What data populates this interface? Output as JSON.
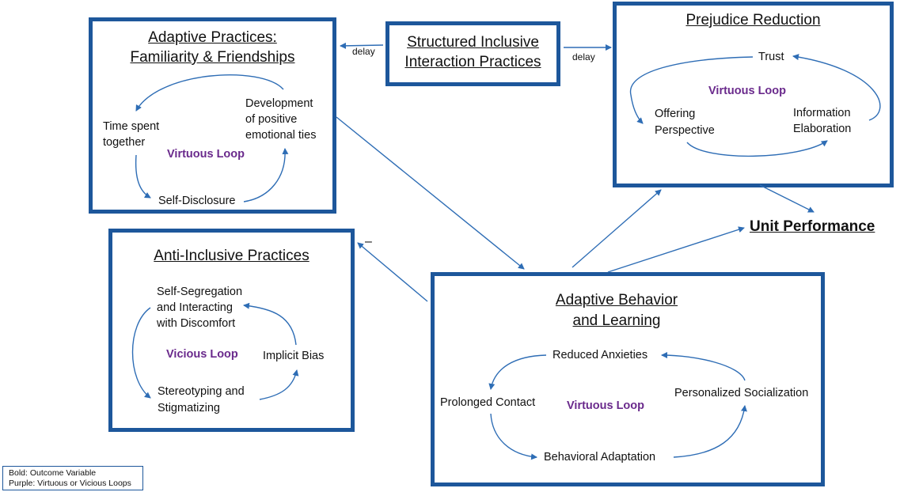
{
  "boxes": {
    "adaptive_practices": {
      "title_line1": "Adaptive Practices:",
      "title_line2": "Familiarity & Friendships",
      "nodes": {
        "time_line1": "Time spent",
        "time_line2": "together",
        "development_line1": "Development",
        "development_line2": "of positive",
        "development_line3": "emotional ties",
        "self_disclosure": "Self-Disclosure"
      },
      "loop_label": "Virtuous Loop"
    },
    "structured": {
      "title_line1": "Structured Inclusive",
      "title_line2": "Interaction Practices"
    },
    "prejudice_reduction": {
      "title": "Prejudice Reduction",
      "nodes": {
        "trust": "Trust",
        "offering_line1": "Offering",
        "offering_line2": "Perspective",
        "information_line1": "Information",
        "information_line2": "Elaboration"
      },
      "loop_label": "Virtuous Loop"
    },
    "anti_inclusive": {
      "title": "Anti-Inclusive Practices",
      "nodes": {
        "segregation_line1": "Self-Segregation",
        "segregation_line2": "and Interacting",
        "segregation_line3": "with Discomfort",
        "implicit_bias": "Implicit Bias",
        "stereotyping_line1": "Stereotyping and",
        "stereotyping_line2": "Stigmatizing"
      },
      "loop_label": "Vicious Loop"
    },
    "adaptive_behavior": {
      "title_line1": "Adaptive Behavior",
      "title_line2": "and Learning",
      "nodes": {
        "reduced_anxieties": "Reduced Anxieties",
        "prolonged_contact": "Prolonged Contact",
        "personalized_socialization": "Personalized Socialization",
        "behavioral_adaptation": "Behavioral Adaptation"
      },
      "loop_label": "Virtuous Loop"
    }
  },
  "outcome": "Unit Performance",
  "edge_labels": {
    "delay_left": "delay",
    "delay_right": "delay",
    "negative": "–"
  },
  "legend": {
    "line1": "Bold: Outcome Variable",
    "line2": "Purple: Virtuous or Vicious Loops"
  },
  "colors": {
    "box_border": "#1d579b",
    "arrow": "#2e6db5",
    "loop_text": "#6a2a8c"
  }
}
